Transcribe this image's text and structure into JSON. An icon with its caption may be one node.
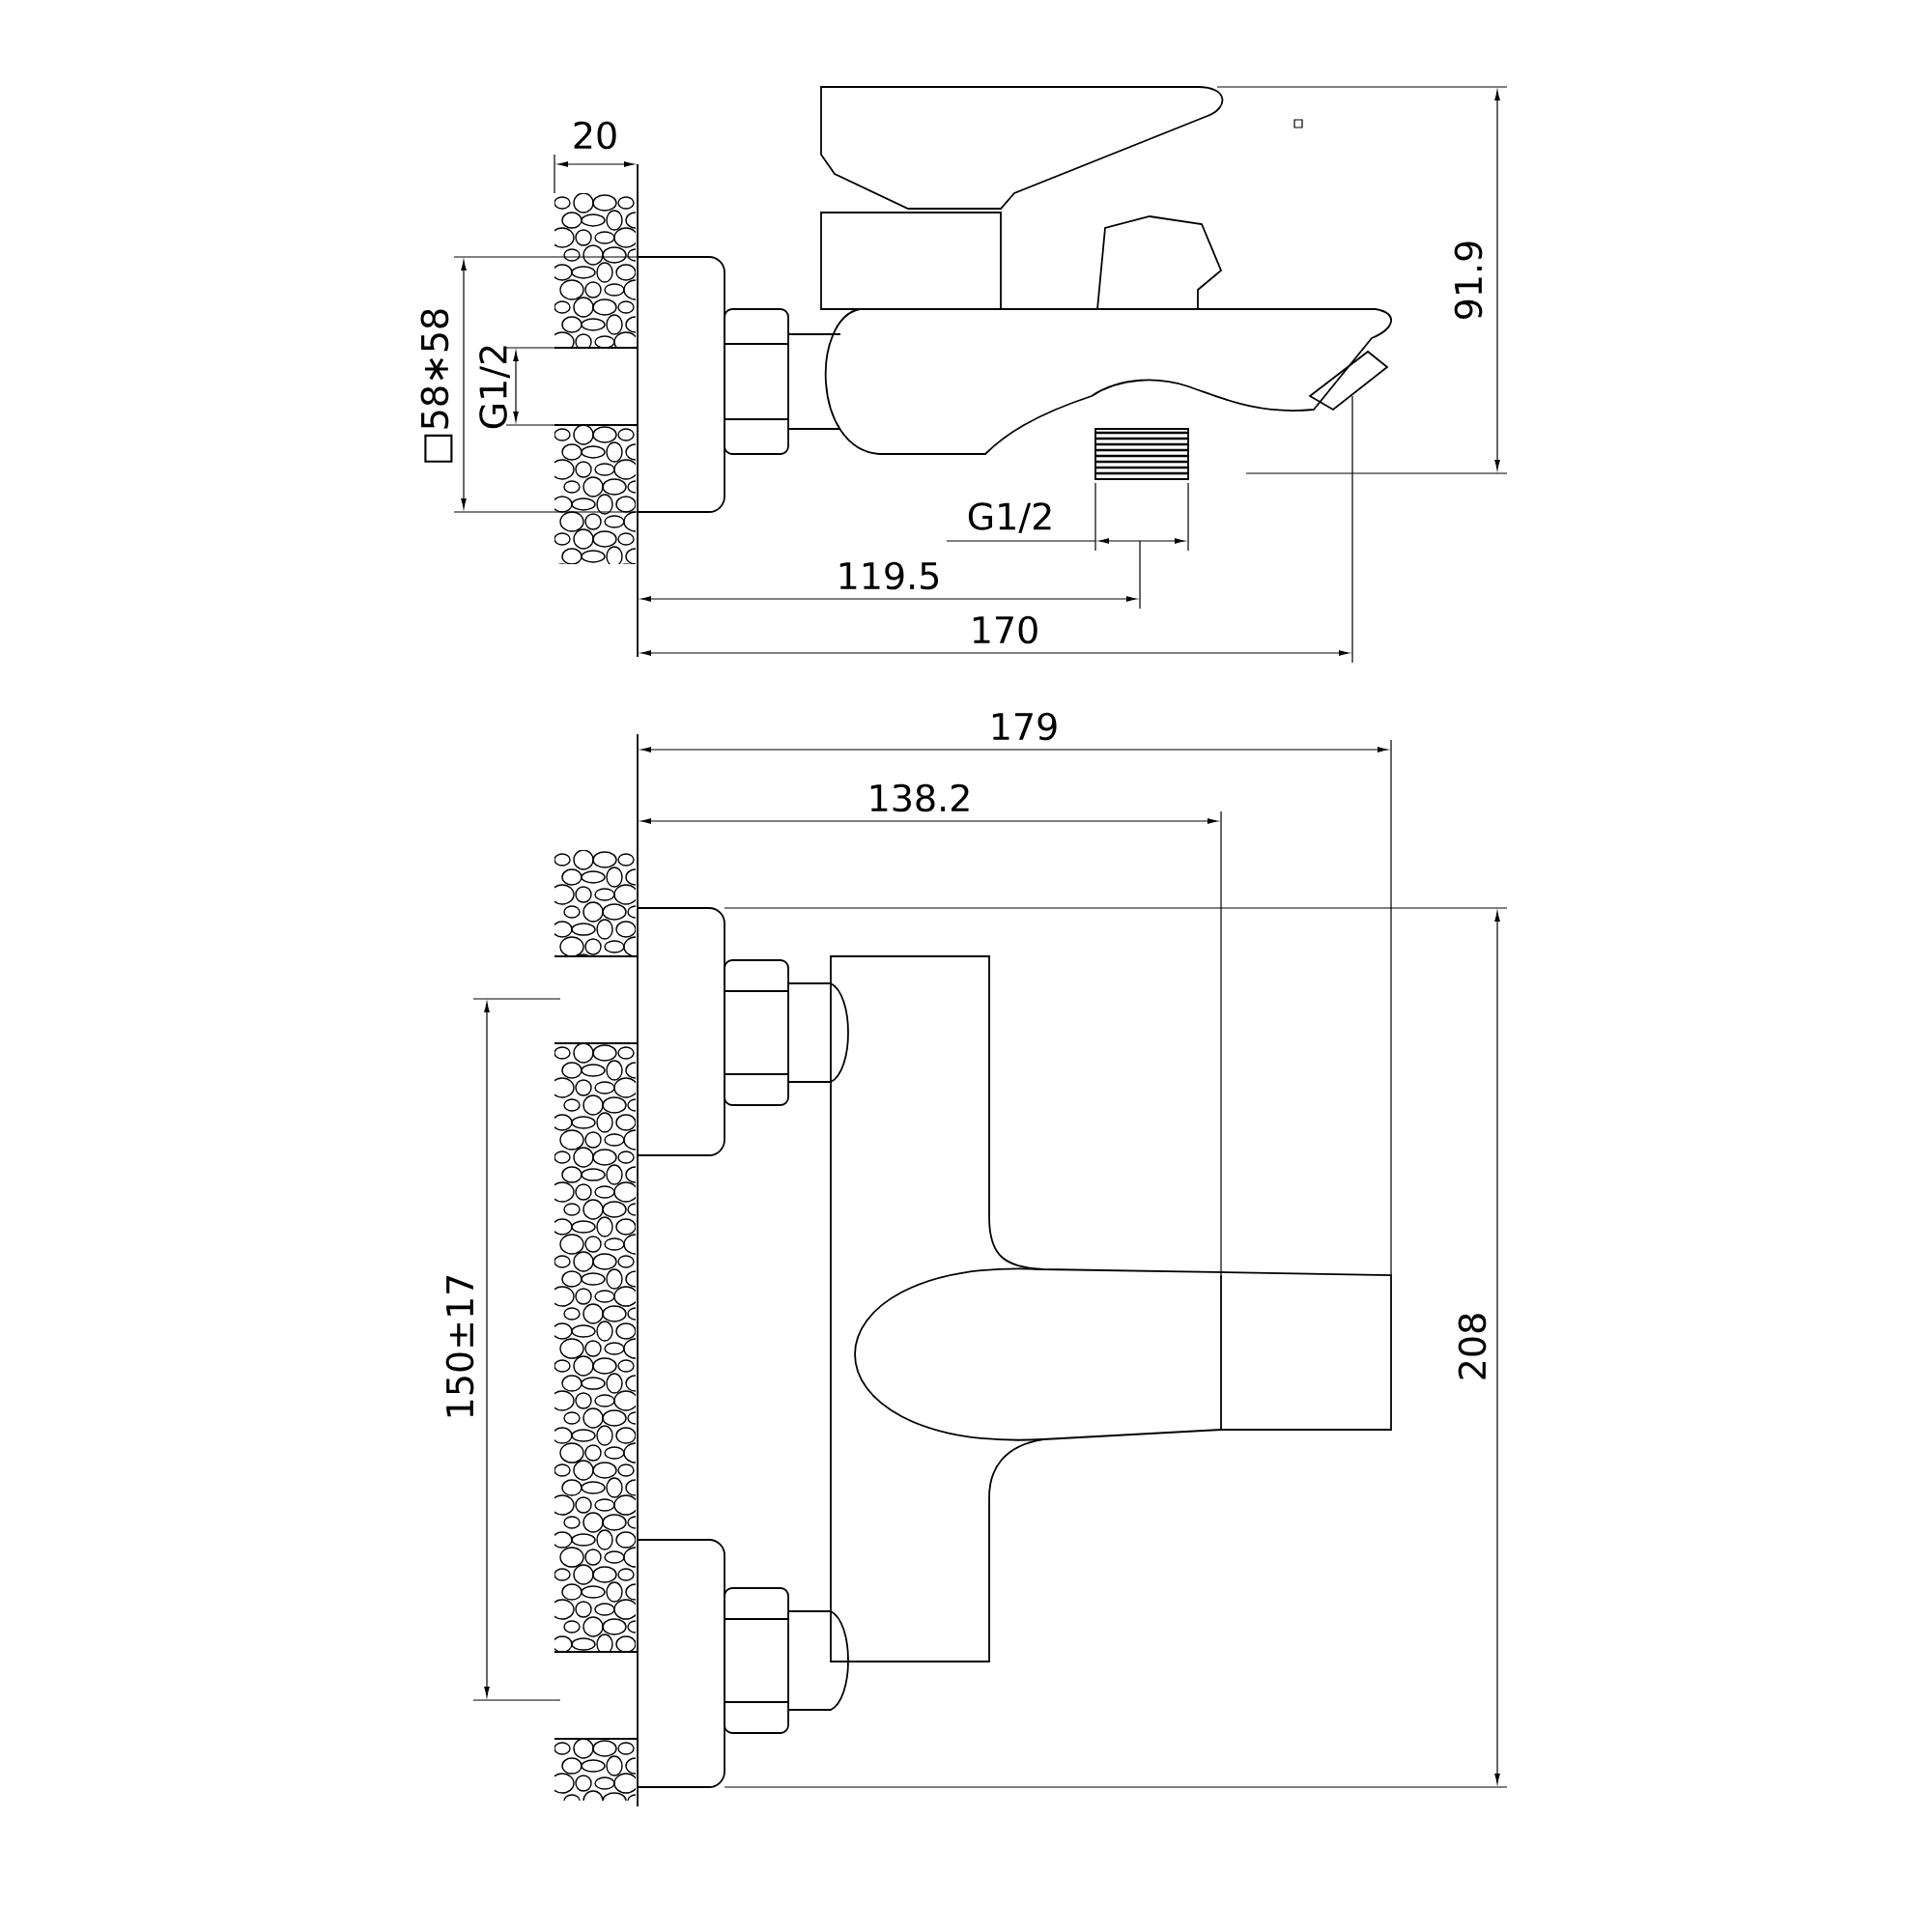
{
  "diagram": {
    "labels": [
      "20",
      "□58∗58",
      "G1/2",
      "91.9",
      "G1/2",
      "119.5",
      "170",
      "179",
      "138.2",
      "150±17",
      "208"
    ]
  }
}
